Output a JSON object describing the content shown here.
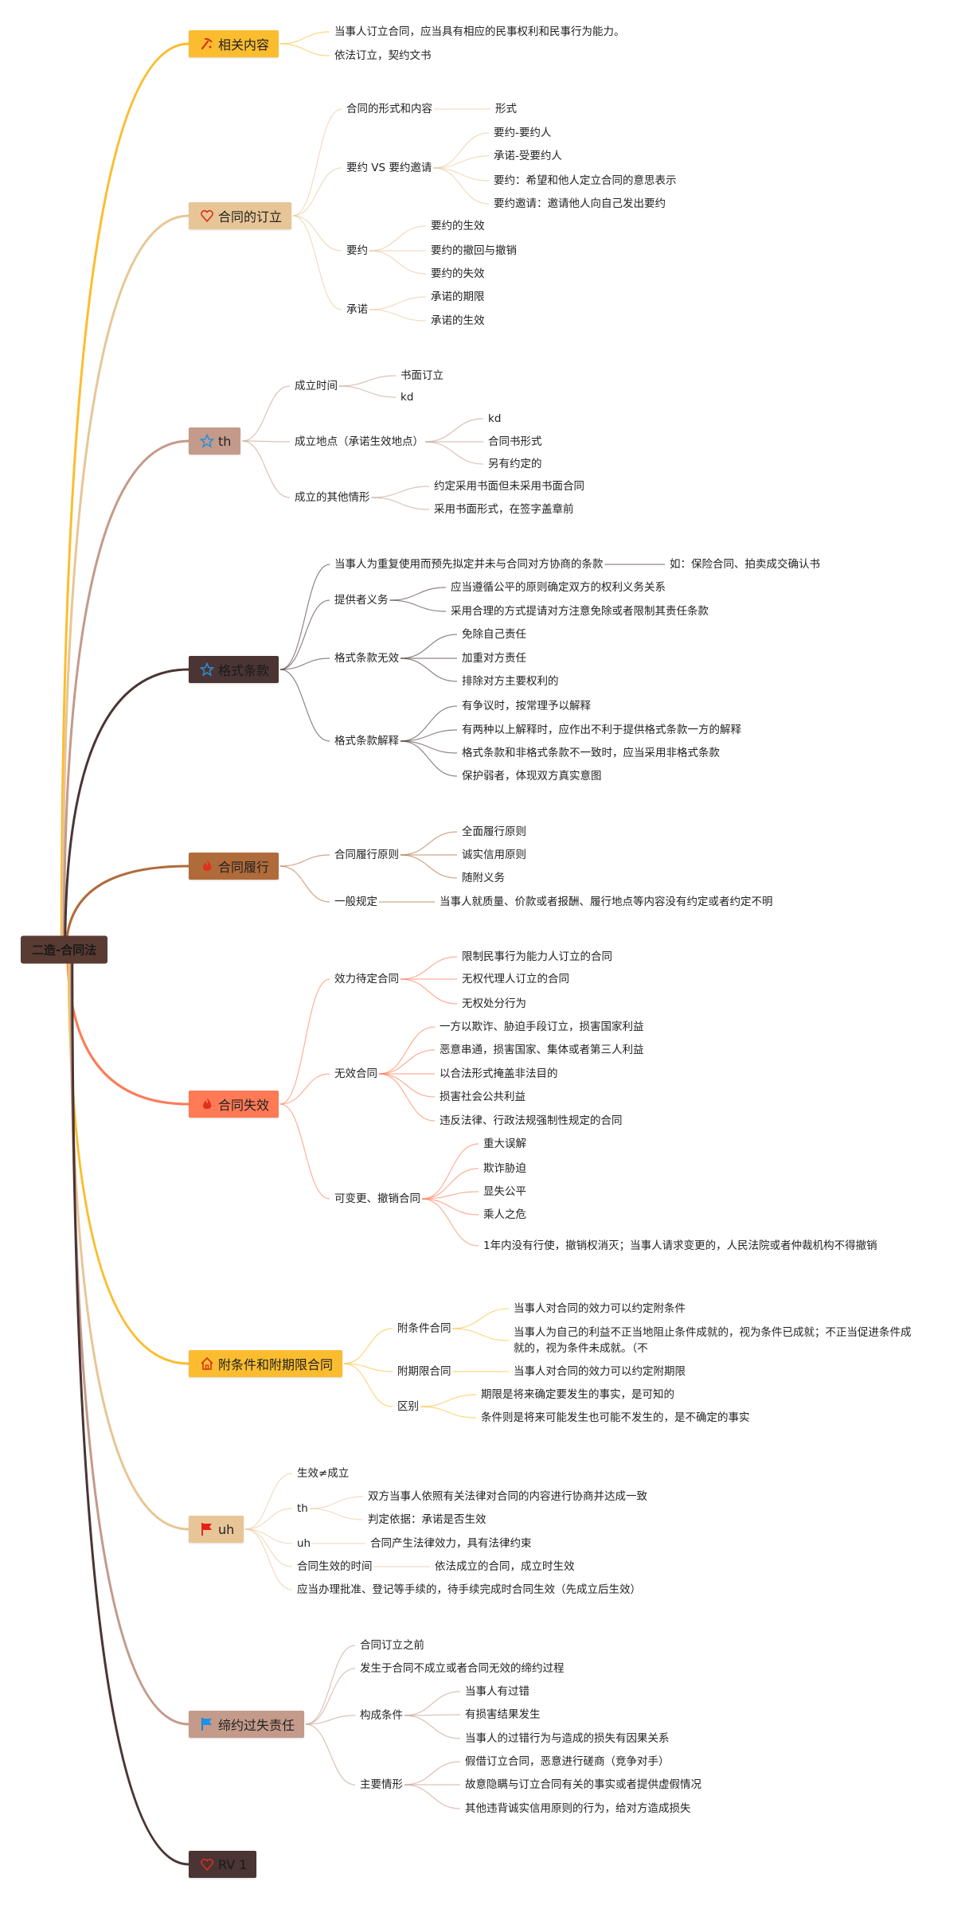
{
  "root": {
    "label": "二造-合同法",
    "color": "#5a3b33"
  },
  "branches": [
    {
      "label": "相关内容",
      "icon": "pickaxe-icon",
      "color": "#fbbd2f",
      "text_color": "#222",
      "children": [
        {
          "label": "当事人订立合同，应当具有相应的民事权利和民事行为能力。"
        },
        {
          "label": "依法订立，契约文书"
        }
      ]
    },
    {
      "label": "合同的订立",
      "icon": "heart-icon",
      "color": "#e8c597",
      "text_color": "#222",
      "children": [
        {
          "label": "合同的形式和内容",
          "children": [
            {
              "label": "形式"
            }
          ]
        },
        {
          "label": "要约 VS 要约邀请",
          "children": [
            {
              "label": "要约-要约人"
            },
            {
              "label": "承诺-受要约人"
            },
            {
              "label": "要约：希望和他人定立合同的意思表示"
            },
            {
              "label": "要约邀请：邀请他人向自己发出要约"
            }
          ]
        },
        {
          "label": "要约",
          "children": [
            {
              "label": "要约的生效"
            },
            {
              "label": "要约的撤回与撤销"
            },
            {
              "label": "要约的失效"
            }
          ]
        },
        {
          "label": "承诺",
          "children": [
            {
              "label": "承诺的期限"
            },
            {
              "label": "承诺的生效"
            }
          ]
        }
      ]
    },
    {
      "label": "th",
      "icon": "star-icon",
      "color": "#c49a8a",
      "text_color": "#222",
      "children": [
        {
          "label": "成立时间",
          "children": [
            {
              "label": "书面订立"
            },
            {
              "label": "kd"
            }
          ]
        },
        {
          "label": "成立地点（承诺生效地点）",
          "children": [
            {
              "label": "kd"
            },
            {
              "label": "合同书形式"
            },
            {
              "label": "另有约定的"
            }
          ]
        },
        {
          "label": "成立的其他情形",
          "children": [
            {
              "label": "约定采用书面但未采用书面合同"
            },
            {
              "label": "采用书面形式，在签字盖章前"
            }
          ]
        }
      ]
    },
    {
      "label": "格式条款",
      "icon": "star-icon",
      "color": "#4a3434",
      "text_color": "#1a1a1a",
      "children": [
        {
          "label": "当事人为重复使用而预先拟定并未与合同对方协商的条款",
          "children": [
            {
              "label": "如：保险合同、拍卖成交确认书"
            }
          ]
        },
        {
          "label": "提供者义务",
          "children": [
            {
              "label": "应当遵循公平的原则确定双方的权利义务关系"
            },
            {
              "label": "采用合理的方式提请对方注意免除或者限制其责任条款"
            }
          ]
        },
        {
          "label": "格式条款无效",
          "children": [
            {
              "label": "免除自己责任"
            },
            {
              "label": "加重对方责任"
            },
            {
              "label": "排除对方主要权利的"
            }
          ]
        },
        {
          "label": "格式条款解释",
          "children": [
            {
              "label": "有争议时，按常理予以解释"
            },
            {
              "label": "有两种以上解释时，应作出不利于提供格式条款一方的解释"
            },
            {
              "label": "格式条款和非格式条款不一致时，应当采用非格式条款"
            },
            {
              "label": "保护弱者，体现双方真实意图"
            }
          ]
        }
      ]
    },
    {
      "label": "合同履行",
      "icon": "fire-icon",
      "color": "#b06b3a",
      "text_color": "#222",
      "children": [
        {
          "label": "合同履行原则",
          "children": [
            {
              "label": "全面履行原则"
            },
            {
              "label": "诚实信用原则"
            },
            {
              "label": "随附义务"
            }
          ]
        },
        {
          "label": "一般规定",
          "children": [
            {
              "label": "当事人就质量、价款或者报酬、履行地点等内容没有约定或者约定不明"
            }
          ]
        }
      ]
    },
    {
      "label": "合同失效",
      "icon": "fire-icon",
      "color": "#ff7a55",
      "text_color": "#222",
      "children": [
        {
          "label": "效力待定合同",
          "children": [
            {
              "label": "限制民事行为能力人订立的合同"
            },
            {
              "label": "无权代理人订立的合同"
            },
            {
              "label": "无权处分行为"
            }
          ]
        },
        {
          "label": "无效合同",
          "children": [
            {
              "label": "一方以欺诈、胁迫手段订立，损害国家利益"
            },
            {
              "label": "恶意串通，损害国家、集体或者第三人利益"
            },
            {
              "label": "以合法形式掩盖非法目的"
            },
            {
              "label": "损害社会公共利益"
            },
            {
              "label": "违反法律、行政法规强制性规定的合同"
            }
          ]
        },
        {
          "label": "可变更、撤销合同",
          "children": [
            {
              "label": "重大误解"
            },
            {
              "label": "欺诈胁迫"
            },
            {
              "label": "显失公平"
            },
            {
              "label": "乘人之危"
            },
            {
              "label": "1年内没有行使，撤销权消灭；当事人请求变更的，人民法院或者仲裁机构不得撤销"
            }
          ]
        }
      ]
    },
    {
      "label": "附条件和附期限合同",
      "icon": "house-icon",
      "color": "#fbbd2f",
      "text_color": "#222",
      "children": [
        {
          "label": "附条件合同",
          "children": [
            {
              "label": "当事人对合同的效力可以约定附条件"
            },
            {
              "label": "当事人为自己的利益不正当地阻止条件成就的，视为条件已成就；不正当促进条件成就的，视为条件未成就。（不"
            }
          ]
        },
        {
          "label": "附期限合同",
          "children": [
            {
              "label": "当事人对合同的效力可以约定附期限"
            }
          ]
        },
        {
          "label": "区别",
          "children": [
            {
              "label": "期限是将来确定要发生的事实，是可知的"
            },
            {
              "label": "条件则是将来可能发生也可能不发生的，是不确定的事实"
            }
          ]
        }
      ]
    },
    {
      "label": "uh",
      "icon": "flag-icon",
      "color": "#e8c597",
      "text_color": "#222",
      "children": [
        {
          "label": "生效≠成立"
        },
        {
          "label": "th",
          "children": [
            {
              "label": "双方当事人依照有关法律对合同的内容进行协商并达成一致"
            },
            {
              "label": "判定依据：承诺是否生效"
            }
          ]
        },
        {
          "label": "uh",
          "children": [
            {
              "label": "合同产生法律效力，具有法律约束"
            }
          ]
        },
        {
          "label": "合同生效的时间",
          "children": [
            {
              "label": "依法成立的合同，成立时生效"
            }
          ]
        },
        {
          "label": "应当办理批准、登记等手续的，待手续完成时合同生效（先成立后生效）"
        }
      ]
    },
    {
      "label": "缔约过失责任",
      "icon": "flag-icon",
      "color": "#c49a8a",
      "text_color": "#222",
      "children": [
        {
          "label": "合同订立之前"
        },
        {
          "label": "发生于合同不成立或者合同无效的缔约过程"
        },
        {
          "label": "构成条件",
          "children": [
            {
              "label": "当事人有过错"
            },
            {
              "label": "有损害结果发生"
            },
            {
              "label": "当事人的过错行为与造成的损失有因果关系"
            }
          ]
        },
        {
          "label": "主要情形",
          "children": [
            {
              "label": "假借订立合同，恶意进行磋商（竞争对手）"
            },
            {
              "label": "故意隐瞒与订立合同有关的事实或者提供虚假情况"
            },
            {
              "label": "其他违背诚实信用原则的行为，给对方造成损失"
            }
          ]
        }
      ]
    },
    {
      "label": "RV 1",
      "icon": "heart-icon",
      "color": "#4a3434",
      "text_color": "#1a1a1a",
      "children": []
    }
  ]
}
